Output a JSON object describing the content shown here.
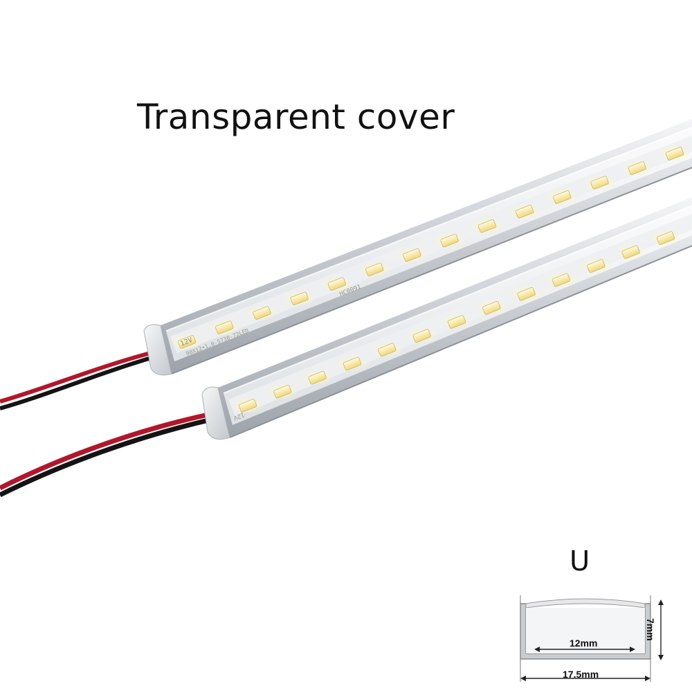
{
  "caption": "Transparent cover",
  "profile": {
    "letter": "U",
    "inner_width": "12mm",
    "outer_width": "17.5mm",
    "height": "7mm"
  },
  "strip_labels": {
    "top_voltage": "12V",
    "top_model": "90X12•1.0-5730-72LED",
    "top_code": "HC0091",
    "bottom_voltage": "12V"
  },
  "colors": {
    "background": "#ffffff",
    "aluminum": "#c9cdd1",
    "diffuser": "#e3e6e9",
    "pcb": "#eef0f2",
    "led_warm": "#f7e9a8",
    "wire_red": "#b1172c",
    "wire_black": "#141414"
  }
}
